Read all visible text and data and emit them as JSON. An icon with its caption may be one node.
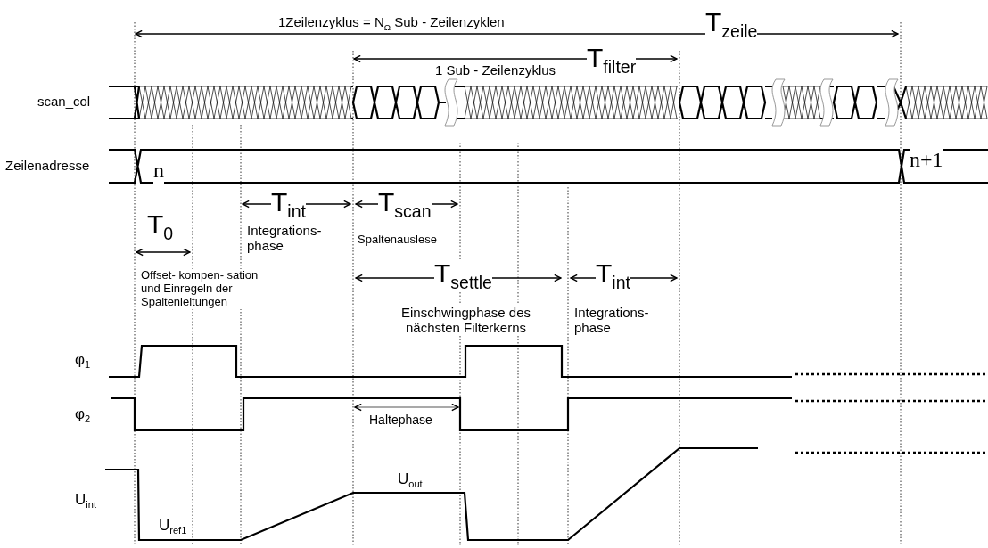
{
  "diagram": {
    "labels": [
      "1Zeilenzyklus = N$_{Ω}$ Sub - Zeilenzyklen",
      "T$_{zeile}$",
      "T$_{filter}$",
      "1 Sub - Zeilenzyklus",
      "scan_col",
      "Zeilenadresse",
      "n",
      "n+1",
      "T$_{int}$",
      "T$_{scan}$",
      "T$_{0}$",
      "Integrations- phase",
      "Spaltenauslese",
      "Offset- kompen- sation und Einregeln der Spaltenleitungen",
      "T$_{settle}$",
      "T$_{int}$",
      "Einschwingphase des nächsten Filterkerns",
      "Integrations- phase",
      "φ$_{1}$",
      "φ$_{2}$",
      "Haltephase",
      "U$_{out}$",
      "U$_{int}$",
      "U$_{ref1}$"
    ]
  }
}
